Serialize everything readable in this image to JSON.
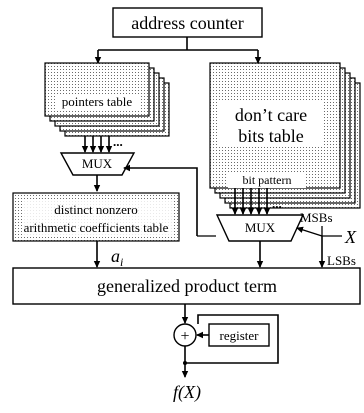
{
  "blocks": {
    "address_counter": "address counter",
    "pointers_table": "pointers table",
    "dont_care_line1": "don’t care",
    "dont_care_line2": "bits table",
    "bit_pattern": "bit pattern",
    "mux_left": "MUX",
    "mux_right": "MUX",
    "coeff_line1": "distinct nonzero",
    "coeff_line2": "arithmetic coefficients table",
    "product_term": "generalized product term",
    "register": "register"
  },
  "labels": {
    "ellipsis": "...",
    "msbs": "MSBs",
    "lsbs": "LSBs",
    "x_input": "X",
    "a_i_base": "a",
    "a_i_sub": "i",
    "plus": "+",
    "output": "f(X)"
  }
}
